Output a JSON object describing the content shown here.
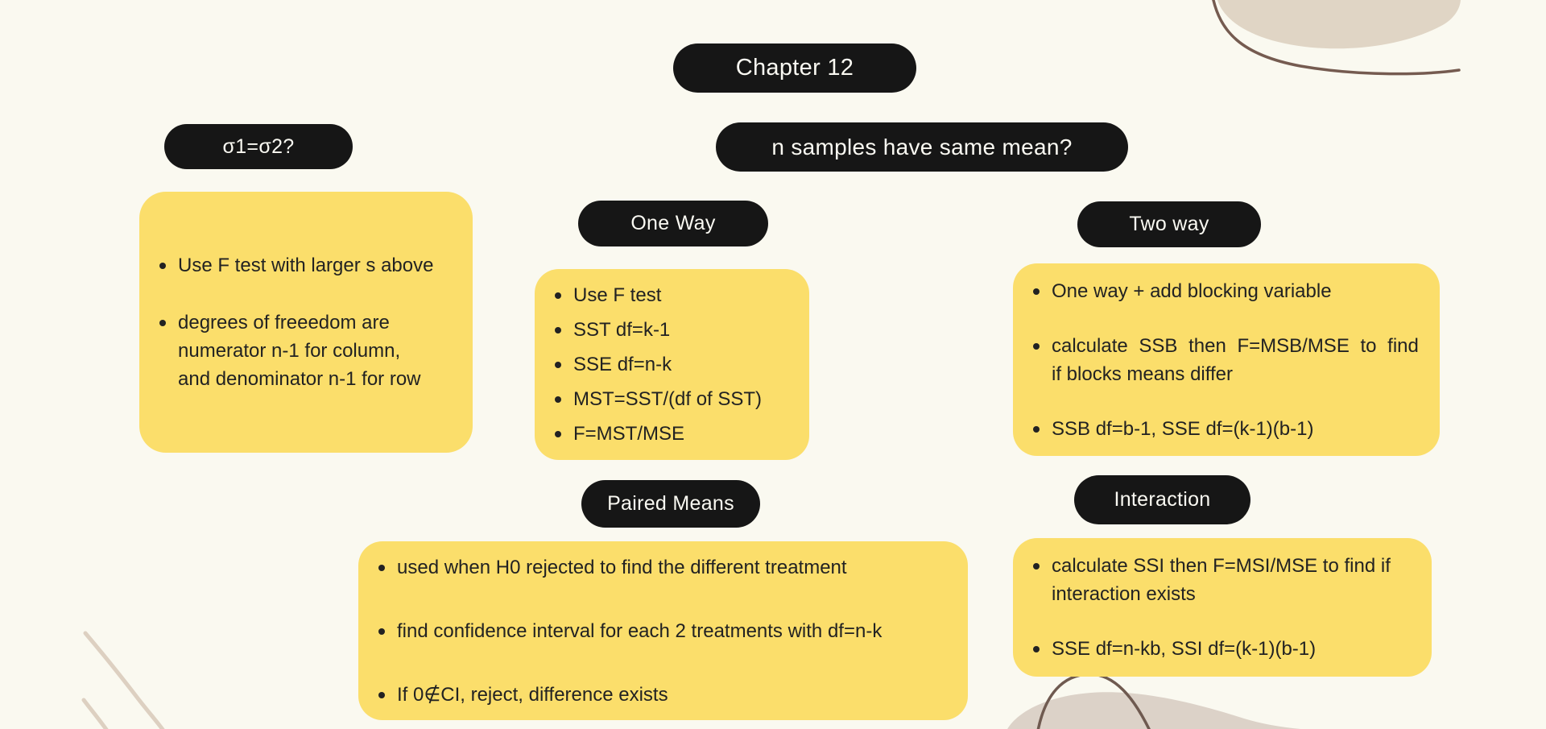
{
  "colors": {
    "background": "#FAF9F0",
    "pill_background": "#161616",
    "pill_text": "#FAF9F2",
    "note_box": "#FBDE6B",
    "note_text": "#222222",
    "blob_beige": "#E0D5C5",
    "blob_beige_bottom": "#DCD2C8",
    "curve_dark_brown": "#755B50",
    "curve_light_beige": "#DDD0C1"
  },
  "pills": {
    "chapter": "Chapter 12",
    "variance_question": "σ1=σ2?",
    "mean_question": "n samples have same mean?",
    "one_way": "One Way",
    "two_way": "Two way",
    "paired_means": "Paired Means",
    "interaction": "Interaction"
  },
  "boxes": {
    "variance": {
      "bullets": [
        "Use F test with larger s above",
        "degrees of freeedom are\nnumerator n-1 for column,\nand denominator n-1 for row"
      ]
    },
    "one_way": {
      "bullets": [
        "Use F test",
        "SST df=k-1",
        "SSE df=n-k",
        "MST=SST/(df of SST)",
        "F=MST/MSE"
      ]
    },
    "two_way": {
      "bullets": [
        "One way + add blocking variable",
        "calculate SSB then F=MSB/MSE to find\nif blocks means differ",
        "SSB df=b-1, SSE df=(k-1)(b-1)"
      ]
    },
    "paired_means": {
      "bullets": [
        "used when H0 rejected to find the different treatment",
        "find confidence interval for each 2 treatments with df=n-k",
        "If 0∉CI, reject, difference exists"
      ]
    },
    "interaction": {
      "bullets": [
        "calculate SSI then F=MSI/MSE to find if\ninteraction exists",
        "SSE df=n-kb, SSI df=(k-1)(b-1)"
      ]
    }
  }
}
